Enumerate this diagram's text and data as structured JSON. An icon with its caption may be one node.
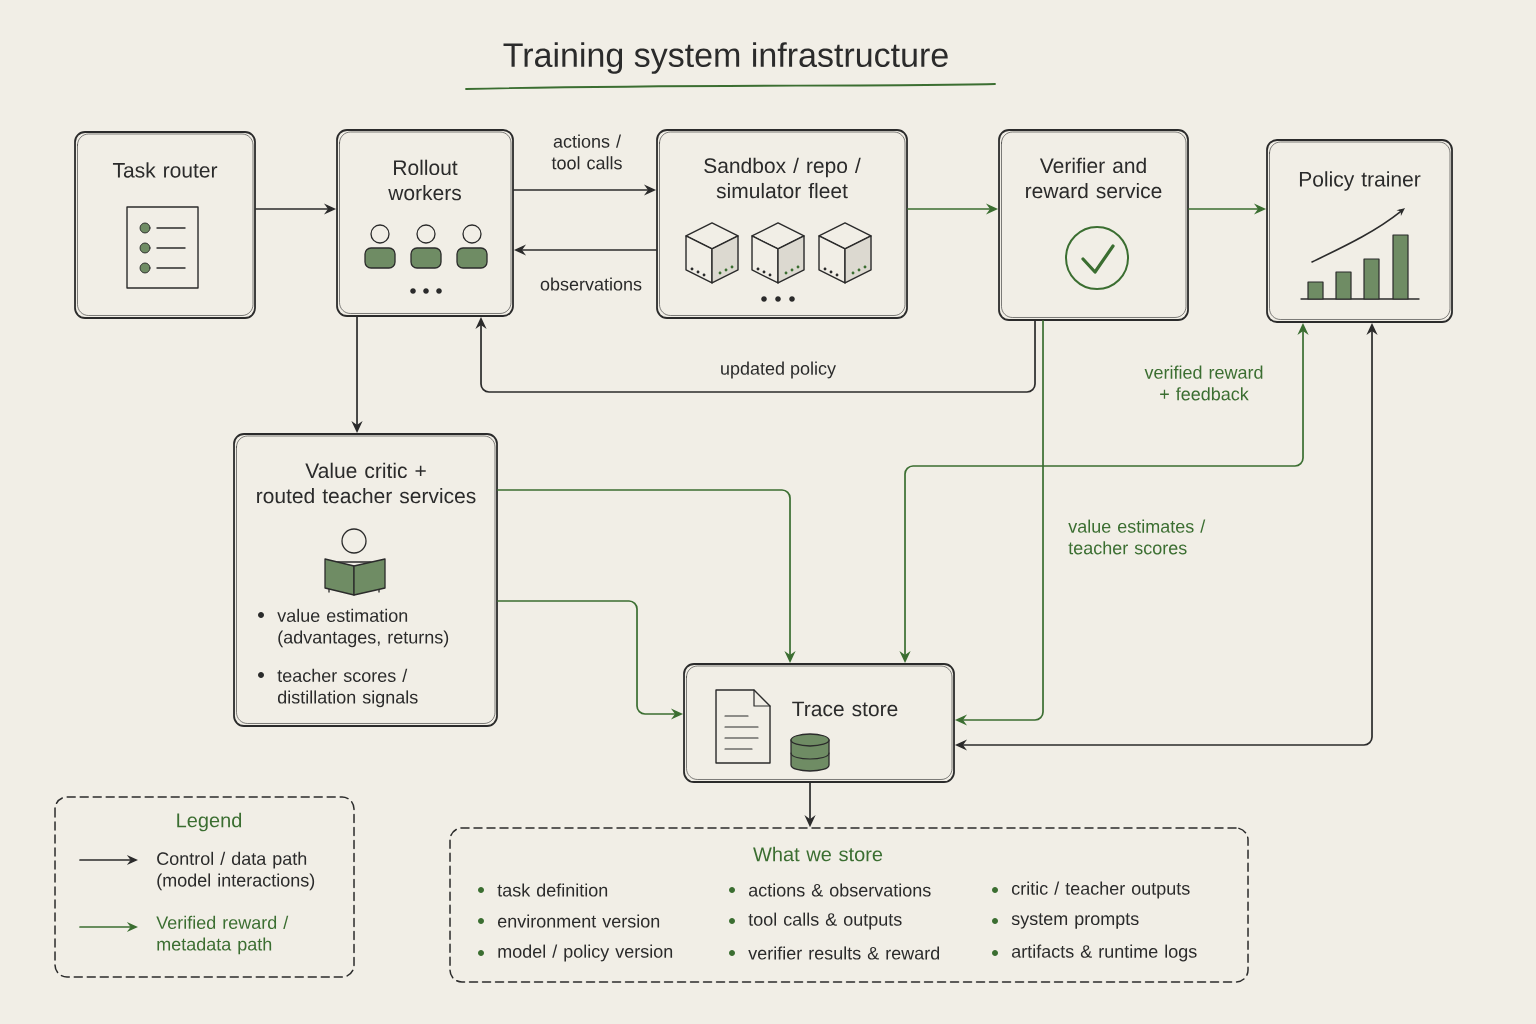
{
  "diagram": {
    "title": "Training system infrastructure",
    "nodes": [
      {
        "text": [
          "Task router"
        ]
      },
      {
        "text": [
          "Rollout workers"
        ]
      },
      {
        "text": [
          "Sandbox / repo / simulator fleet"
        ]
      },
      {
        "text": [
          "Verifier and reward service"
        ]
      },
      {
        "text": [
          "Policy trainer"
        ]
      },
      {
        "text": [
          "Value critic + routed teacher services",
          "value estimation (advantages, returns)",
          "teacher scores / distillation signals"
        ]
      },
      {
        "text": [
          "Trace store"
        ]
      },
      {
        "text": [
          "What we store",
          "task definition",
          "environment version",
          "model / policy version",
          "actions & observations",
          "tool calls & outputs",
          "verifier results & reward",
          "critic / teacher outputs",
          "system prompts",
          "artifacts & runtime logs"
        ]
      }
    ],
    "edges": [
      {
        "from": 0,
        "to": 1,
        "arrow": "to"
      },
      {
        "from": 1,
        "to": 2,
        "arrow": "to",
        "label": "actions / tool calls"
      },
      {
        "from": 2,
        "to": 1,
        "arrow": "to",
        "label": "observations"
      },
      {
        "from": 2,
        "to": 3,
        "arrow": "to",
        "color": "#3b6e31"
      },
      {
        "from": 3,
        "to": 4,
        "arrow": "to",
        "color": "#3b6e31"
      },
      {
        "from": 1,
        "to": 5,
        "arrow": "to"
      },
      {
        "from": 3,
        "to": 1,
        "arrow": "to",
        "label": "updated policy"
      },
      {
        "from": 5,
        "to": 6,
        "arrow": "to",
        "color": "#3b6e31"
      },
      {
        "from": 5,
        "to": 6,
        "arrow": "to",
        "color": "#3b6e31"
      },
      {
        "from": 3,
        "to": 6,
        "arrow": "to",
        "color": "#3b6e31",
        "label": "value estimates / teacher scores"
      },
      {
        "from": 6,
        "to": 4,
        "arrow": "both",
        "color": "#3b6e31",
        "label": "verified reward + feedback"
      },
      {
        "from": 6,
        "to": 4,
        "arrow": "both"
      },
      {
        "from": 6,
        "to": 7,
        "arrow": "to"
      }
    ],
    "labels": [
      "Legend"
    ],
    "legend": [
      {
        "text": "Control / data path (model interactions)"
      },
      {
        "text": "Verified reward / metadata path"
      }
    ]
  }
}
